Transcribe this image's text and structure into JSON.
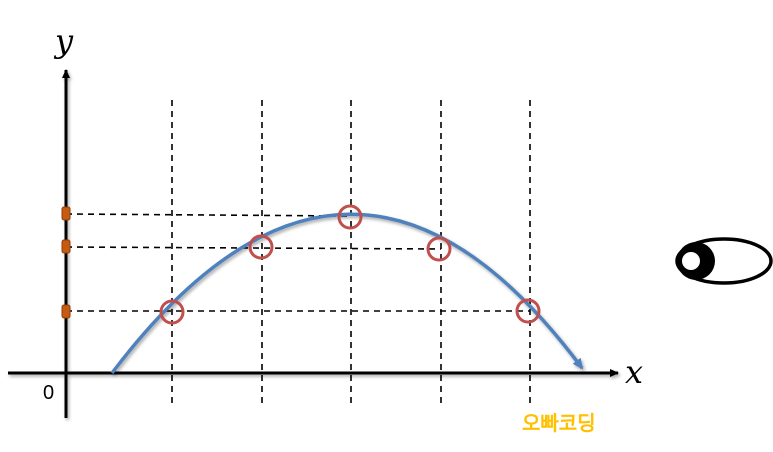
{
  "axes": {
    "x_label": "x",
    "y_label": "y",
    "origin_label": "0"
  },
  "watermark": "오빠코딩",
  "colors": {
    "curve": "#4F81BD",
    "sample_circle": "#C0504D",
    "y_tick_marker": "#C55A11",
    "watermark": "#FFC000",
    "axis": "#000000",
    "guide_lines": "#000000"
  },
  "icons": {
    "eye": "eye-icon"
  },
  "curve": {
    "shape": "downward parabola",
    "arrow_at_end": true
  },
  "sample_count": 5,
  "y_tick_marker_count": 3
}
